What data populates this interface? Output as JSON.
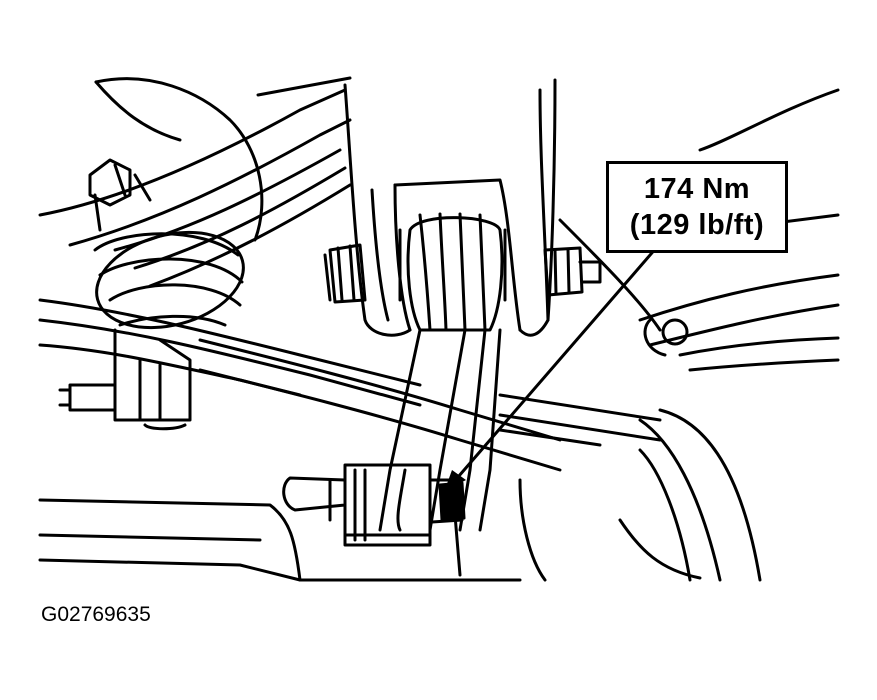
{
  "callout": {
    "torque_nm": "174 Nm",
    "torque_lbft": "(129 lb/ft)"
  },
  "figure_id": "G02769635",
  "colors": {
    "ink": "#000000",
    "paper": "#ffffff"
  }
}
